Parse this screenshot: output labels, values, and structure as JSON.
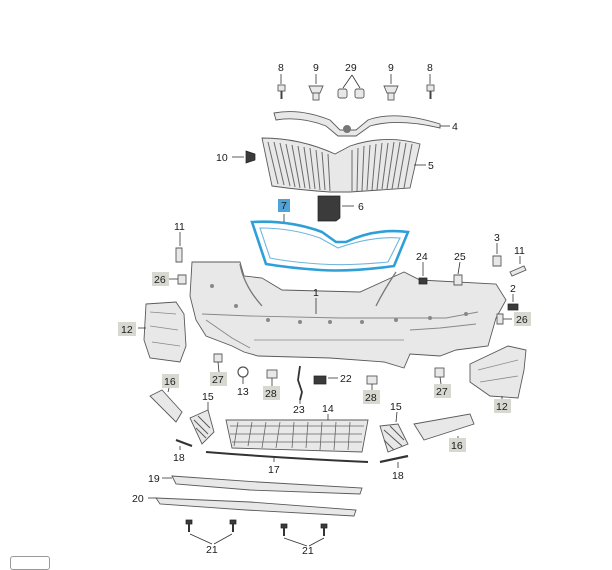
{
  "callouts": [
    {
      "id": "c8a",
      "text": "8"
    },
    {
      "id": "c9a",
      "text": "9"
    },
    {
      "id": "c29",
      "text": "29"
    },
    {
      "id": "c9b",
      "text": "9"
    },
    {
      "id": "c8b",
      "text": "8"
    },
    {
      "id": "c4",
      "text": "4"
    },
    {
      "id": "c10",
      "text": "10"
    },
    {
      "id": "c5",
      "text": "5"
    },
    {
      "id": "c7",
      "text": "7"
    },
    {
      "id": "c6",
      "text": "6"
    },
    {
      "id": "c11a",
      "text": "11"
    },
    {
      "id": "c24",
      "text": "24"
    },
    {
      "id": "c25",
      "text": "25"
    },
    {
      "id": "c3",
      "text": "3"
    },
    {
      "id": "c11b",
      "text": "11"
    },
    {
      "id": "c26a",
      "text": "26"
    },
    {
      "id": "c1",
      "text": "1"
    },
    {
      "id": "c2",
      "text": "2"
    },
    {
      "id": "c12a",
      "text": "12"
    },
    {
      "id": "c26b",
      "text": "26"
    },
    {
      "id": "c27a",
      "text": "27"
    },
    {
      "id": "c13",
      "text": "13"
    },
    {
      "id": "c28a",
      "text": "28"
    },
    {
      "id": "c22",
      "text": "22"
    },
    {
      "id": "c16a",
      "text": "16"
    },
    {
      "id": "c23",
      "text": "23"
    },
    {
      "id": "c28b",
      "text": "28"
    },
    {
      "id": "c27b",
      "text": "27"
    },
    {
      "id": "c12b",
      "text": "12"
    },
    {
      "id": "c15a",
      "text": "15"
    },
    {
      "id": "c14",
      "text": "14"
    },
    {
      "id": "c15b",
      "text": "15"
    },
    {
      "id": "c16b",
      "text": "16"
    },
    {
      "id": "c18a",
      "text": "18"
    },
    {
      "id": "c17",
      "text": "17"
    },
    {
      "id": "c18b",
      "text": "18"
    },
    {
      "id": "c19",
      "text": "19"
    },
    {
      "id": "c20",
      "text": "20"
    },
    {
      "id": "c21a",
      "text": "21"
    },
    {
      "id": "c21b",
      "text": "21"
    }
  ],
  "highlighted_part": "7"
}
